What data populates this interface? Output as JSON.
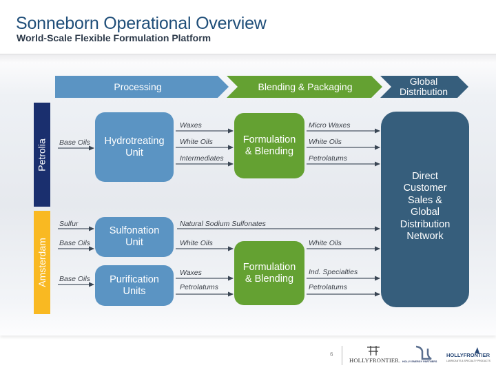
{
  "header": {
    "title": "Sonneborn Operational Overview",
    "subtitle": "World-Scale Flexible Formulation Platform"
  },
  "stages": [
    {
      "label": "Processing",
      "color": "#5b94c3"
    },
    {
      "label": "Blending & Packaging",
      "color": "#64a132"
    },
    {
      "label": "Global Distribution",
      "color": "#365e7c"
    }
  ],
  "sites": {
    "petrolia": {
      "label": "Petrolia",
      "color": "#1a2f6e"
    },
    "amsterdam": {
      "label": "Amsterdam",
      "color": "#f9b922"
    }
  },
  "units": {
    "hydrotreating": "Hydrotreating Unit",
    "formulation_petrolia": "Formulation & Blending",
    "sulfonation": "Sulfonation Unit",
    "purification": "Purification Units",
    "formulation_amsterdam": "Formulation & Blending",
    "distribution": "Direct Customer Sales & Global Distribution Network"
  },
  "flows": {
    "petrolia_in_base_oils": "Base Oils",
    "hydro_out_waxes": "Waxes",
    "hydro_out_white_oils": "White Oils",
    "hydro_out_intermediates": "Intermediates",
    "form1_out_micro_waxes": "Micro Waxes",
    "form1_out_white_oils": "White Oils",
    "form1_out_petrolatums": "Petrolatums",
    "ams_in_sulfur": "Sulfur",
    "ams_in_base_oils_sulfonation": "Base Oils",
    "ams_in_base_oils_purification": "Base Oils",
    "sulf_out_sodium_sulfonates": "Natural Sodium Sulfonates",
    "sulf_out_white_oils": "White Oils",
    "puri_out_waxes": "Waxes",
    "puri_out_petrolatums": "Petrolatums",
    "form2_out_white_oils": "White Oils",
    "form2_out_ind_specialties": "Ind. Specialties",
    "form2_out_petrolatums": "Petrolatums"
  },
  "footer": {
    "page_number": "6",
    "logos": [
      {
        "name": "HollyFrontier",
        "text": "HOLLYFRONTIER."
      },
      {
        "name": "Holly Energy Partners",
        "text": "HOLLY ENERGY PARTNERS"
      },
      {
        "name": "HollyFrontier Lubricants",
        "text": "HOLLYFRONTIER",
        "subtext": "LUBRICANTS & SPECIALTY PRODUCTS"
      }
    ]
  }
}
